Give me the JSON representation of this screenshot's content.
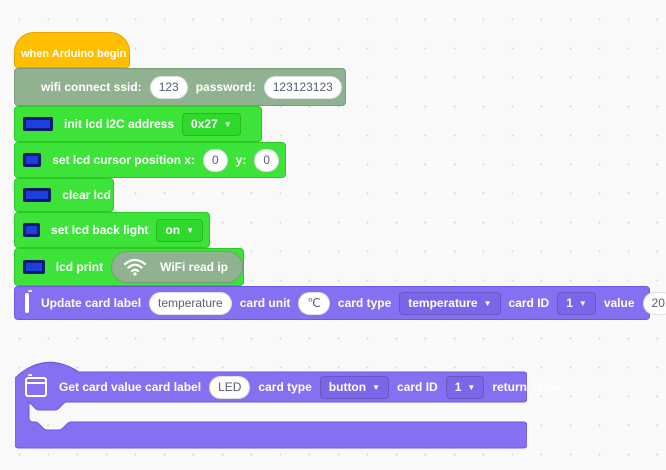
{
  "hat": {
    "label": "when Arduino begin",
    "color": "#ffbf00"
  },
  "wifi_connect": {
    "label": "wifi connect ssid:",
    "ssid": "123",
    "password_label": "password:",
    "password": "123123123",
    "icon": "wifi-icon"
  },
  "lcd_init": {
    "label": "init lcd I2C address",
    "address": "0x27",
    "icon": "lcd-icon"
  },
  "lcd_cursor": {
    "label": "set lcd cursor position x:",
    "x": "0",
    "y_label": "y:",
    "y": "0"
  },
  "lcd_clear": {
    "label": "clear lcd"
  },
  "lcd_backlight": {
    "label": "set lcd back light",
    "state": "on"
  },
  "lcd_print": {
    "label": "lcd print",
    "reporter_label": "WiFi read ip"
  },
  "update_card": {
    "label": "Update card label",
    "card_label": "temperature",
    "unit_label": "card unit",
    "unit": "℃",
    "type_label": "card type",
    "type": "temperature",
    "id_label": "card ID",
    "id": "1",
    "value_label": "value",
    "value": "20"
  },
  "get_card": {
    "label": "Get card value card label",
    "card_label": "LED",
    "type_label": "card type",
    "type": "button",
    "id_label": "card ID",
    "id": "1",
    "return_label": "return value"
  },
  "colors": {
    "wifi": "#91b290",
    "lcd": "#3ee33a",
    "card": "#8470f0"
  }
}
